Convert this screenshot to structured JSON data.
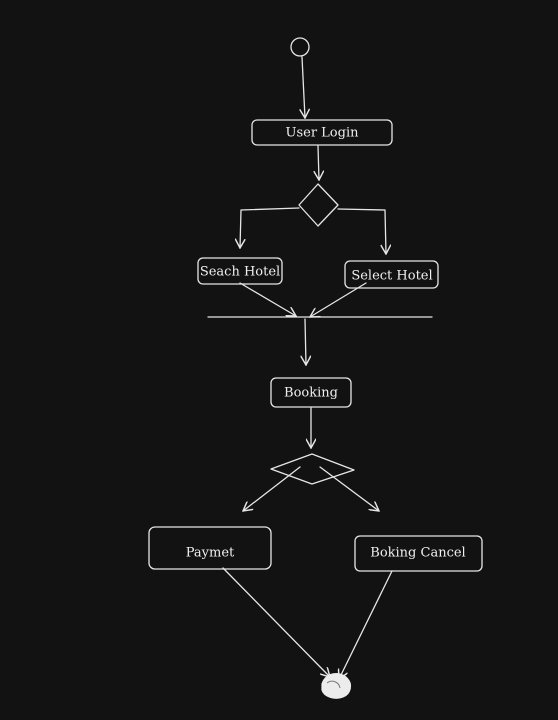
{
  "diagram": {
    "nodes": {
      "login": "User Login",
      "search": "Seach Hotel",
      "select": "Select Hotel",
      "booking": "Booking",
      "payment": "Paymet",
      "cancel": "Boking Cancel"
    },
    "colors": {
      "background": "#121212",
      "stroke": "#e6e6e6",
      "text": "#f0f0f0"
    },
    "icons": {
      "start": "initial-node-icon",
      "end": "final-node-icon"
    }
  }
}
